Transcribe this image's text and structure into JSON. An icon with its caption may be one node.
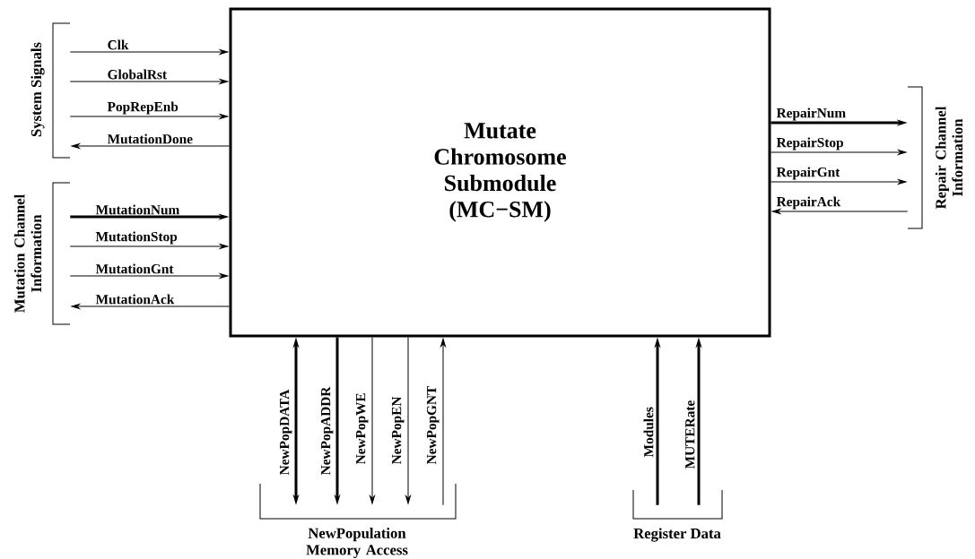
{
  "diagram": {
    "nodes": [
      {
        "text": [
          "Mutate Chromosome Submodule (MC−SM)"
        ]
      },
      {
        "text": [
          "System Signals"
        ]
      },
      {
        "text": [
          "Mutation Channel Information"
        ]
      },
      {
        "text": [
          "Repair Channel Information"
        ]
      },
      {
        "text": [
          "NewPopulation Memory Access"
        ]
      },
      {
        "text": [
          "Register Data"
        ]
      }
    ],
    "edges": [
      {
        "from": 1,
        "to": 0,
        "arrow": "to",
        "label": "Clk"
      },
      {
        "from": 1,
        "to": 0,
        "arrow": "to",
        "label": "GlobalRst"
      },
      {
        "from": 1,
        "to": 0,
        "arrow": "to",
        "label": "PopRepEnb"
      },
      {
        "from": 0,
        "to": 1,
        "arrow": "to",
        "label": "MutationDone"
      },
      {
        "from": 2,
        "to": 0,
        "arrow": "to",
        "label": "MutationNum",
        "style": "thick"
      },
      {
        "from": 2,
        "to": 0,
        "arrow": "to",
        "label": "MutationStop"
      },
      {
        "from": 2,
        "to": 0,
        "arrow": "to",
        "label": "MutationGnt"
      },
      {
        "from": 0,
        "to": 2,
        "arrow": "to",
        "label": "MutationAck"
      },
      {
        "from": 0,
        "to": 3,
        "arrow": "to",
        "label": "RepairNum",
        "style": "thick"
      },
      {
        "from": 0,
        "to": 3,
        "arrow": "to",
        "label": "RepairStop"
      },
      {
        "from": 0,
        "to": 3,
        "arrow": "to",
        "label": "RepairGnt"
      },
      {
        "from": 3,
        "to": 0,
        "arrow": "to",
        "label": "RepairAck"
      },
      {
        "from": 0,
        "to": 4,
        "arrow": "both",
        "label": "NewPopDATA",
        "style": "thick"
      },
      {
        "from": 0,
        "to": 4,
        "arrow": "to",
        "label": "NewPopADDR",
        "style": "thick"
      },
      {
        "from": 0,
        "to": 4,
        "arrow": "to",
        "label": "NewPopWE"
      },
      {
        "from": 0,
        "to": 4,
        "arrow": "to",
        "label": "NewPopEN"
      },
      {
        "from": 4,
        "to": 0,
        "arrow": "to",
        "label": "NewPopGNT"
      },
      {
        "from": 5,
        "to": 0,
        "arrow": "to",
        "label": "Modules",
        "style": "thick"
      },
      {
        "from": 5,
        "to": 0,
        "arrow": "to",
        "label": "MUTERate",
        "style": "thick"
      }
    ]
  }
}
